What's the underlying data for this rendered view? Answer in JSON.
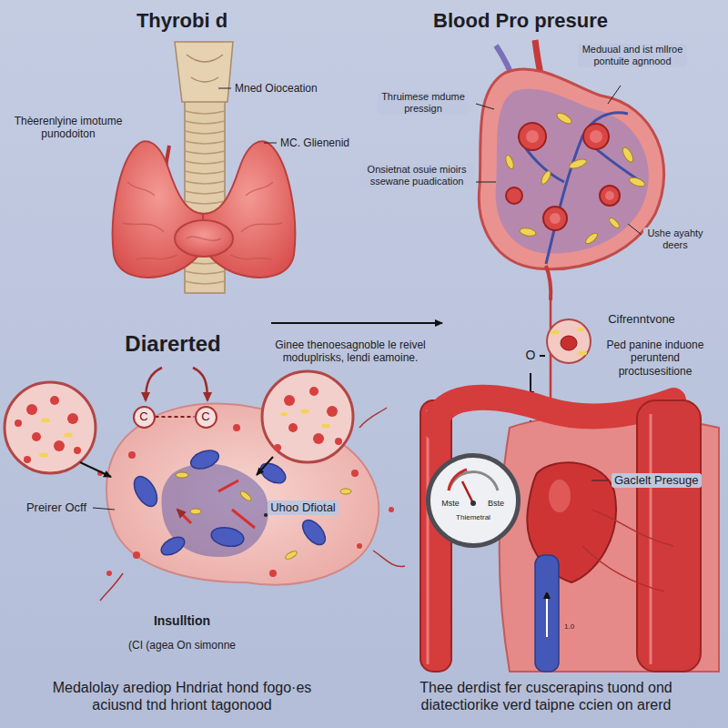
{
  "diagram": {
    "nodes": [
      {
        "text": [
          "C"
        ]
      },
      {
        "text": [
          "C"
        ]
      },
      {
        "text": [
          "Mste",
          "Bste",
          "Thiemetral"
        ]
      }
    ],
    "edges": [
      {
        "from": 0,
        "to": 1,
        "arrow": "none"
      }
    ],
    "labels": [
      "Thyrobi d",
      "Blood Pro presure",
      "Mned Oioceation",
      "Thèerenlyine imotume punodoiton",
      "MC. Glienenid",
      "Thruimese mdume pressign",
      "Meduual and ist mllroe pontuite agnnood",
      "Onsietnat osuie mioirs ssewane puadication",
      "Ushe ayahty deers",
      "Diarerted",
      "Ginee thenoesagnoble le reivel moduplrisks, lendi eamoine.",
      "Cifrenntvone",
      "O",
      "Ped panine induone peruntend proctusesitione",
      "Preirer Ocff",
      "Uhoo Dfiotal",
      "Gaclelt Presuge",
      "Insulltion",
      "(CI (agea On simonne",
      "1.0",
      "Medalolay arediop Hndriat hond fogo·es aciusnd tnd hriont tagonood",
      "Thee derdist fer cuscerapins tuond ond diatectiorike verd taipne ccien on arerd"
    ]
  }
}
